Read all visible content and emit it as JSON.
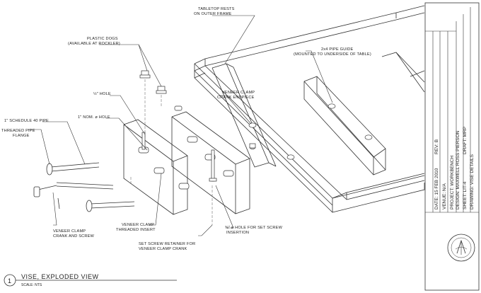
{
  "annotations": {
    "tabletop_rests": [
      "TABLETOP RESTS",
      "ON OUTER FRAME"
    ],
    "plastic_dogs": [
      "PLASTIC DOGS",
      "(AVAILABLE AT ROCKLER)"
    ],
    "pipe_guide": [
      "2x4 PIPE GUIDE",
      "(MOUNTED TO UNDERSIDE OF TABLE)"
    ],
    "half_hole": "½\" HOLE",
    "veneer_endpiece": [
      "VENEER CLAMP",
      "CRANK ENDPIECE"
    ],
    "nom_hole": "1\" NOM. ø HOLE",
    "schedule_pipe": "1\" SCHEDULE 40 PIPE",
    "threaded_flange": [
      "THREADED PIPE",
      "FLANGE"
    ],
    "veneer_crank": [
      "VENEER CLAMP",
      "CRANK AND SCREW"
    ],
    "veneer_insert": [
      "VENEER CLAMP",
      "THREADED INSERT"
    ],
    "set_screw_hole": [
      "⅜\" ø HOLE FOR SET SCREW",
      "INSERTION"
    ],
    "set_screw_retainer": [
      "SET SCREW RETAINER FOR",
      "VENEER CLAMP CRANK"
    ]
  },
  "view": {
    "number": "1",
    "title": "VISE, EXPLODED VIEW",
    "scale": "SCALE: NTS"
  },
  "title_block": {
    "drawing": "DRAWING: VISE DETAILS",
    "sheet": "SHEET: LIT-4",
    "draft": "DRAFT: MRP",
    "design": "DESIGN: MAXWELL ROSS PIERSON",
    "project": "PROJECT: WORKBENCH",
    "venue": "VENUE: N/A",
    "date": "DATE: 15 FEB 2010",
    "rev": "REV: B"
  }
}
